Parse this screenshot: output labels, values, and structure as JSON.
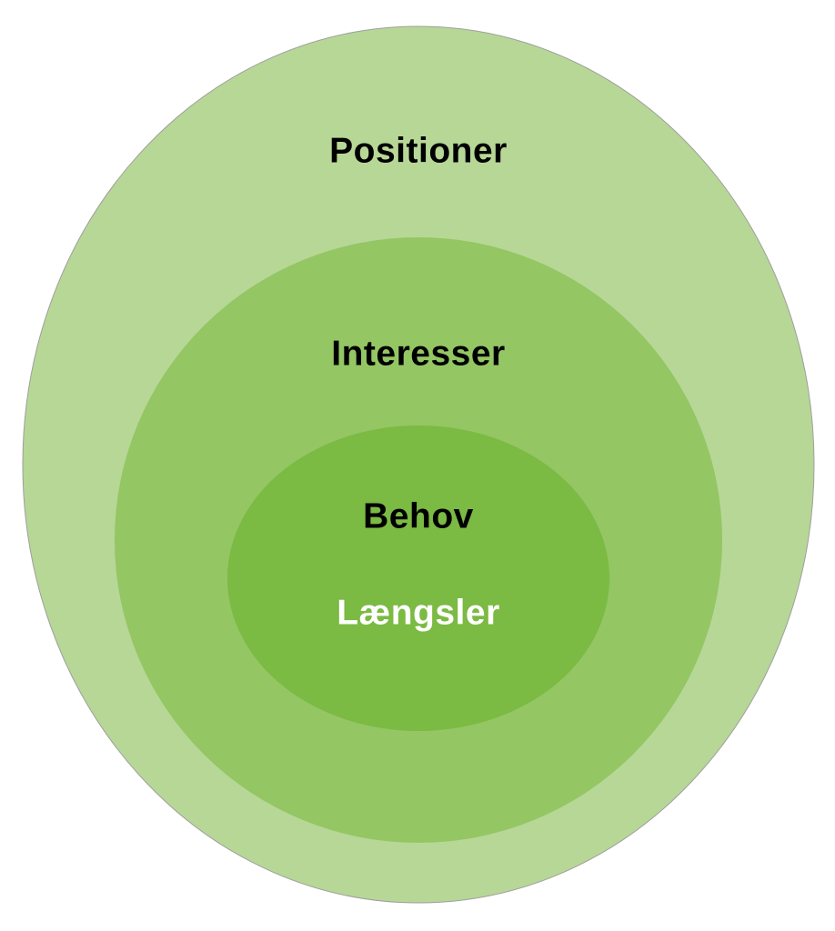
{
  "diagram": {
    "type": "nested-ellipses",
    "layers": [
      {
        "name": "outer",
        "label": "Positioner",
        "fill": "#B7D796",
        "text_color": "#000000"
      },
      {
        "name": "middle",
        "label": "Interesser",
        "fill": "#94C664",
        "text_color": "#000000"
      },
      {
        "name": "inner",
        "labels": [
          "Behov",
          "Længsler"
        ],
        "fill": "#7BBA43",
        "text_colors": [
          "#000000",
          "#FFFFFF"
        ]
      }
    ],
    "outline_color": "#9E9E9E"
  }
}
